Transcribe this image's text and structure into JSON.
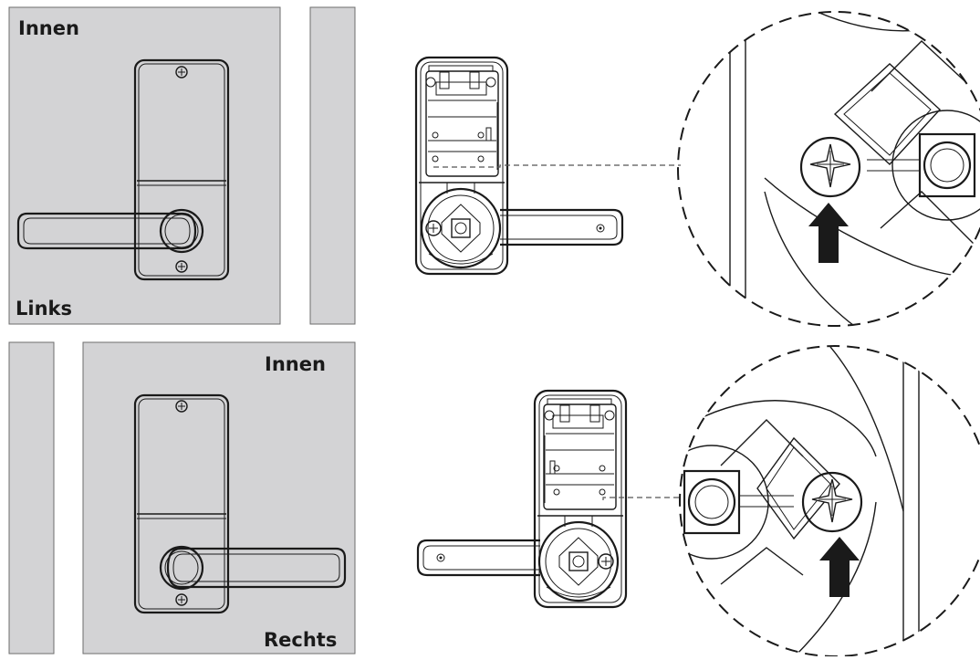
{
  "labels": {
    "left_inside": "Innen",
    "left_side": "Links",
    "right_inside": "Innen",
    "right_side": "Rechts"
  },
  "colors": {
    "panel_fill": "#d3d3d5",
    "line": "#1a1a1a",
    "dash_line": "#555555"
  },
  "icons": [
    "screw-icon",
    "up-arrow-icon"
  ]
}
